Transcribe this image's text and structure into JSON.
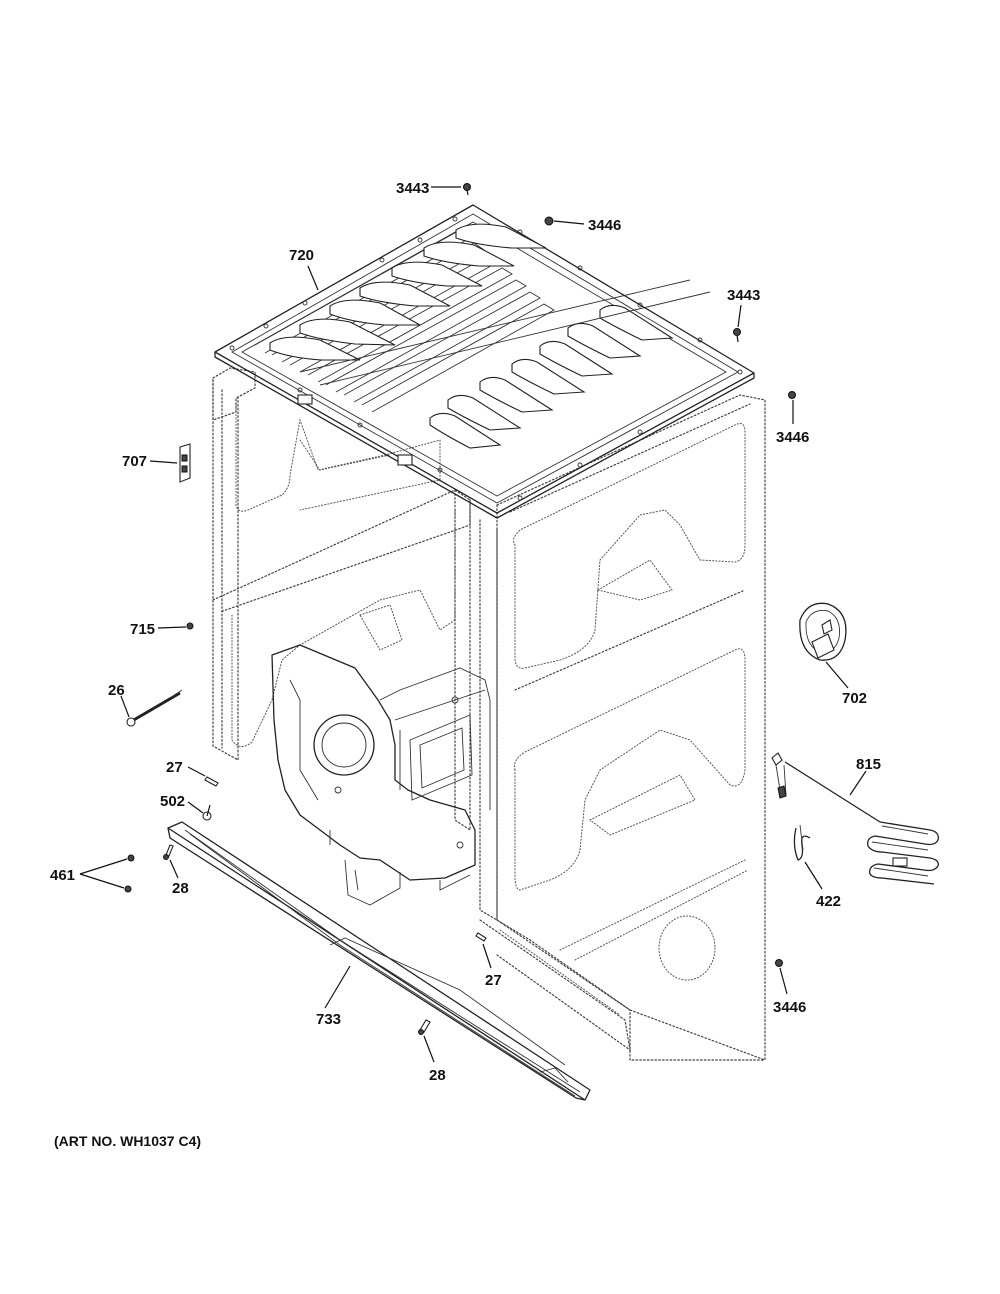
{
  "art_number": "(ART NO. WH1037 C4)",
  "callouts": [
    {
      "id": "c-3443-top",
      "label": "3443",
      "part": "screw"
    },
    {
      "id": "c-3446-top",
      "label": "3446",
      "part": "screw"
    },
    {
      "id": "c-720",
      "label": "720",
      "part": "top-panel"
    },
    {
      "id": "c-3443-right",
      "label": "3443",
      "part": "screw"
    },
    {
      "id": "c-3446-right",
      "label": "3446",
      "part": "screw"
    },
    {
      "id": "c-707",
      "label": "707",
      "part": "bracket"
    },
    {
      "id": "c-715",
      "label": "715",
      "part": "screw"
    },
    {
      "id": "c-702",
      "label": "702",
      "part": "strain-relief"
    },
    {
      "id": "c-26",
      "label": "26",
      "part": "bolt"
    },
    {
      "id": "c-815",
      "label": "815",
      "part": "heater-element"
    },
    {
      "id": "c-27-left",
      "label": "27",
      "part": "screw"
    },
    {
      "id": "c-502",
      "label": "502",
      "part": "screw"
    },
    {
      "id": "c-461",
      "label": "461",
      "part": "screw"
    },
    {
      "id": "c-28-left",
      "label": "28",
      "part": "screw"
    },
    {
      "id": "c-422",
      "label": "422",
      "part": "clip"
    },
    {
      "id": "c-27-bottom",
      "label": "27",
      "part": "screw"
    },
    {
      "id": "c-733",
      "label": "733",
      "part": "front-panel-trim"
    },
    {
      "id": "c-3446-bottom",
      "label": "3446",
      "part": "screw"
    },
    {
      "id": "c-28-bottom",
      "label": "28",
      "part": "screw"
    }
  ]
}
